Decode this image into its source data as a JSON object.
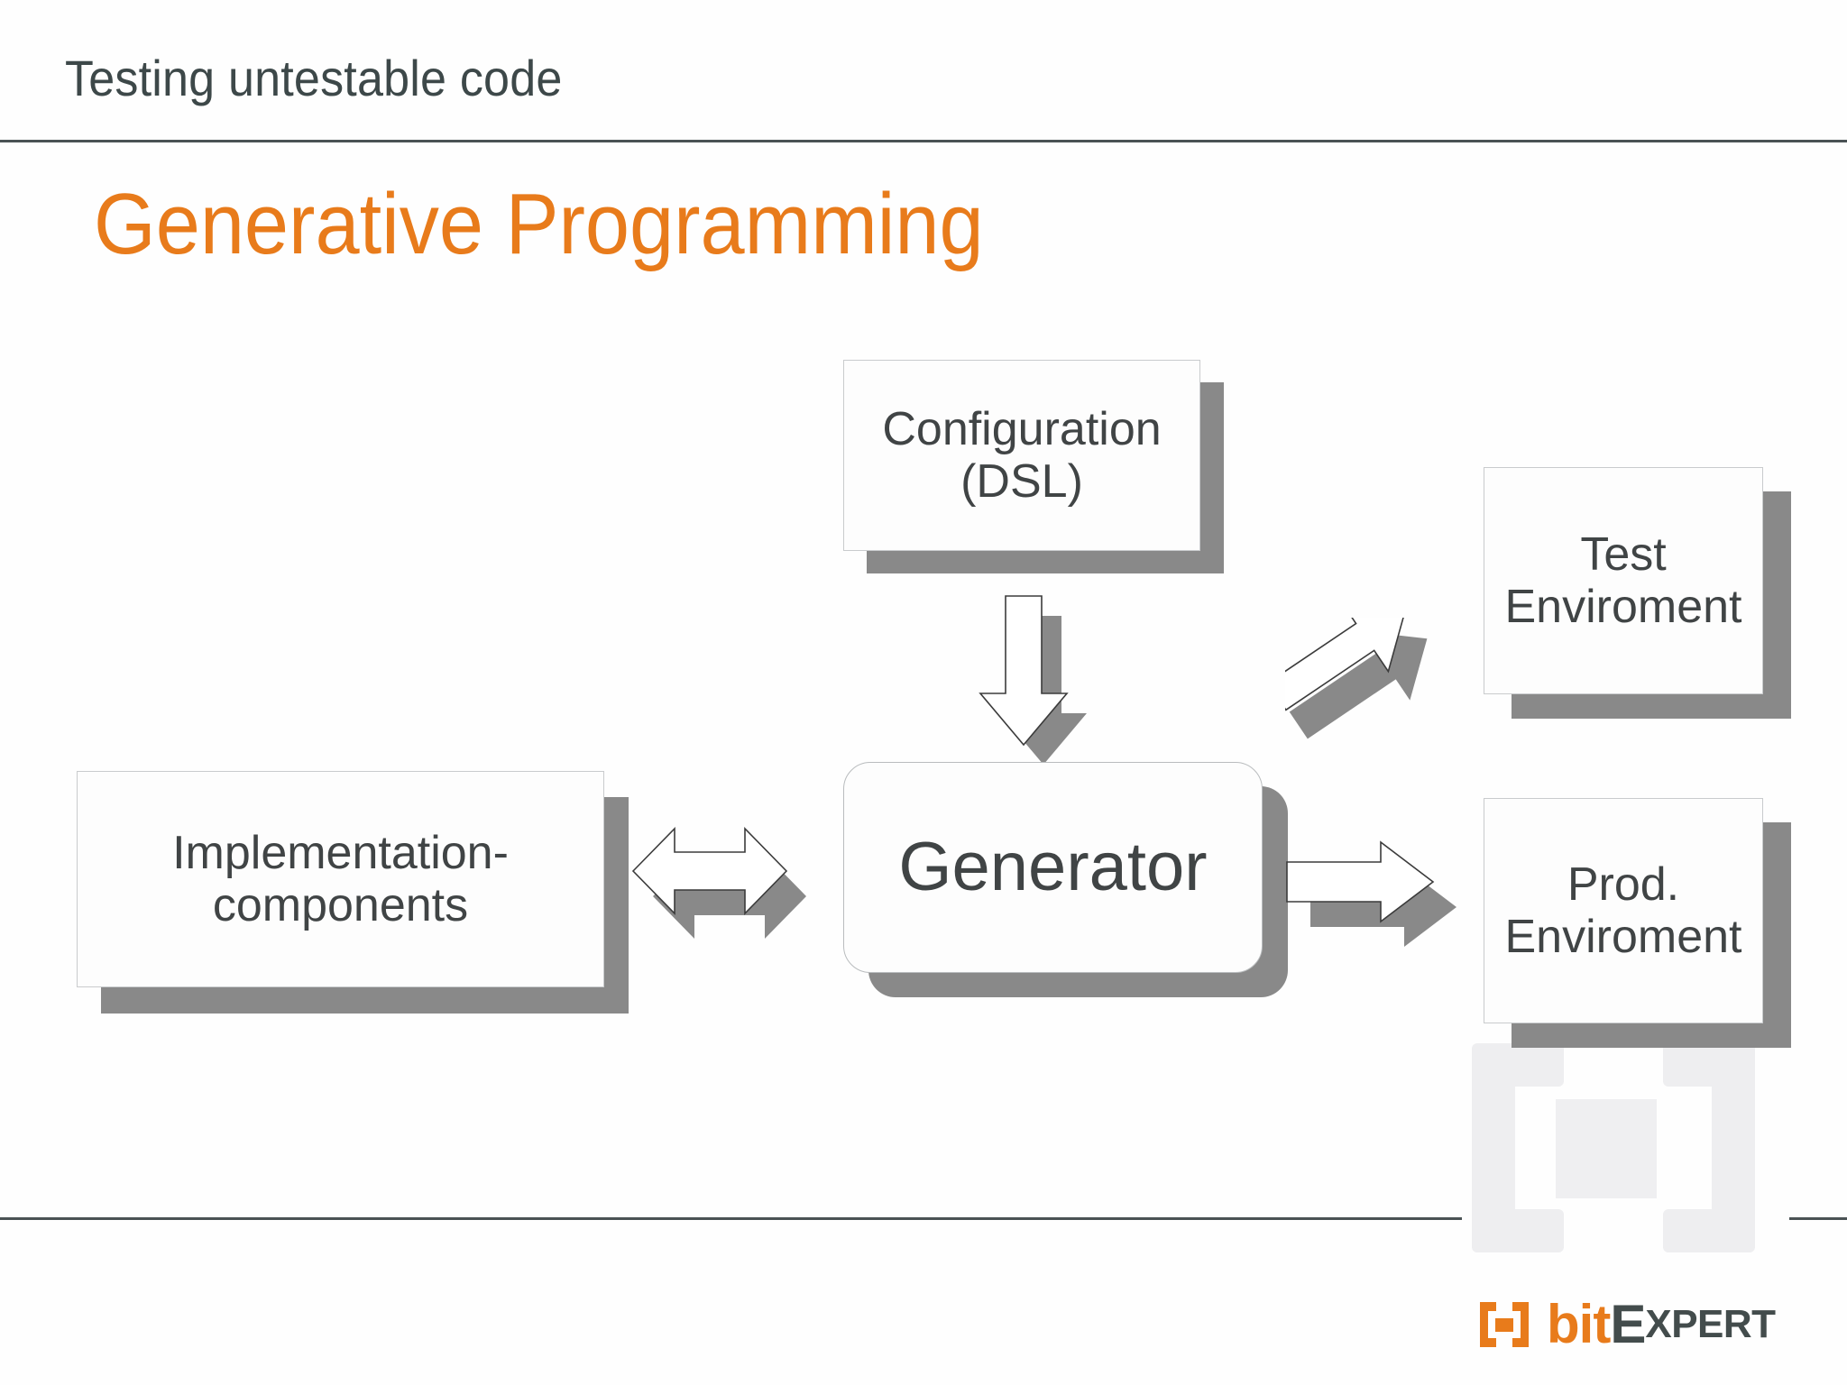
{
  "slide": {
    "header": "Testing untestable code",
    "title": "Generative Programming",
    "accent_color": "#E87B1B",
    "text_color": "#404445",
    "shadow_color": "#898989",
    "rule_color": "#4A5254",
    "watermark_color": "#EEEEF0"
  },
  "diagram": {
    "nodes": [
      {
        "id": "configuration",
        "label": "Configuration\n(DSL)",
        "line1": "Configuration",
        "line2": "(DSL)",
        "shape": "rectangle"
      },
      {
        "id": "generator",
        "label": "Generator",
        "shape": "rounded-rectangle"
      },
      {
        "id": "implementation",
        "label": "Implementation-\ncomponents",
        "line1": "Implementation-",
        "line2": "components",
        "shape": "rectangle"
      },
      {
        "id": "test-environment",
        "label": "Test\nEnviroment",
        "line1": "Test",
        "line2": "Enviroment",
        "shape": "rectangle"
      },
      {
        "id": "prod-environment",
        "label": "Prod.\nEnviroment",
        "line1": "Prod.",
        "line2": "Enviroment",
        "shape": "rectangle"
      }
    ],
    "connectors": [
      {
        "id": "config-to-generator",
        "from": "configuration",
        "to": "generator",
        "direction": "down",
        "style": "block-arrow"
      },
      {
        "id": "implementation-generator",
        "from": "implementation",
        "to": "generator",
        "direction": "both",
        "style": "block-arrow"
      },
      {
        "id": "generator-to-test",
        "from": "generator",
        "to": "test-environment",
        "direction": "up-right",
        "style": "block-arrow"
      },
      {
        "id": "generator-to-prod",
        "from": "generator",
        "to": "prod-environment",
        "direction": "right",
        "style": "block-arrow"
      }
    ]
  },
  "logo": {
    "mark": "bracket-square-icon",
    "word_bit": "bit",
    "word_e": "E",
    "word_xpert": "XPERT"
  }
}
